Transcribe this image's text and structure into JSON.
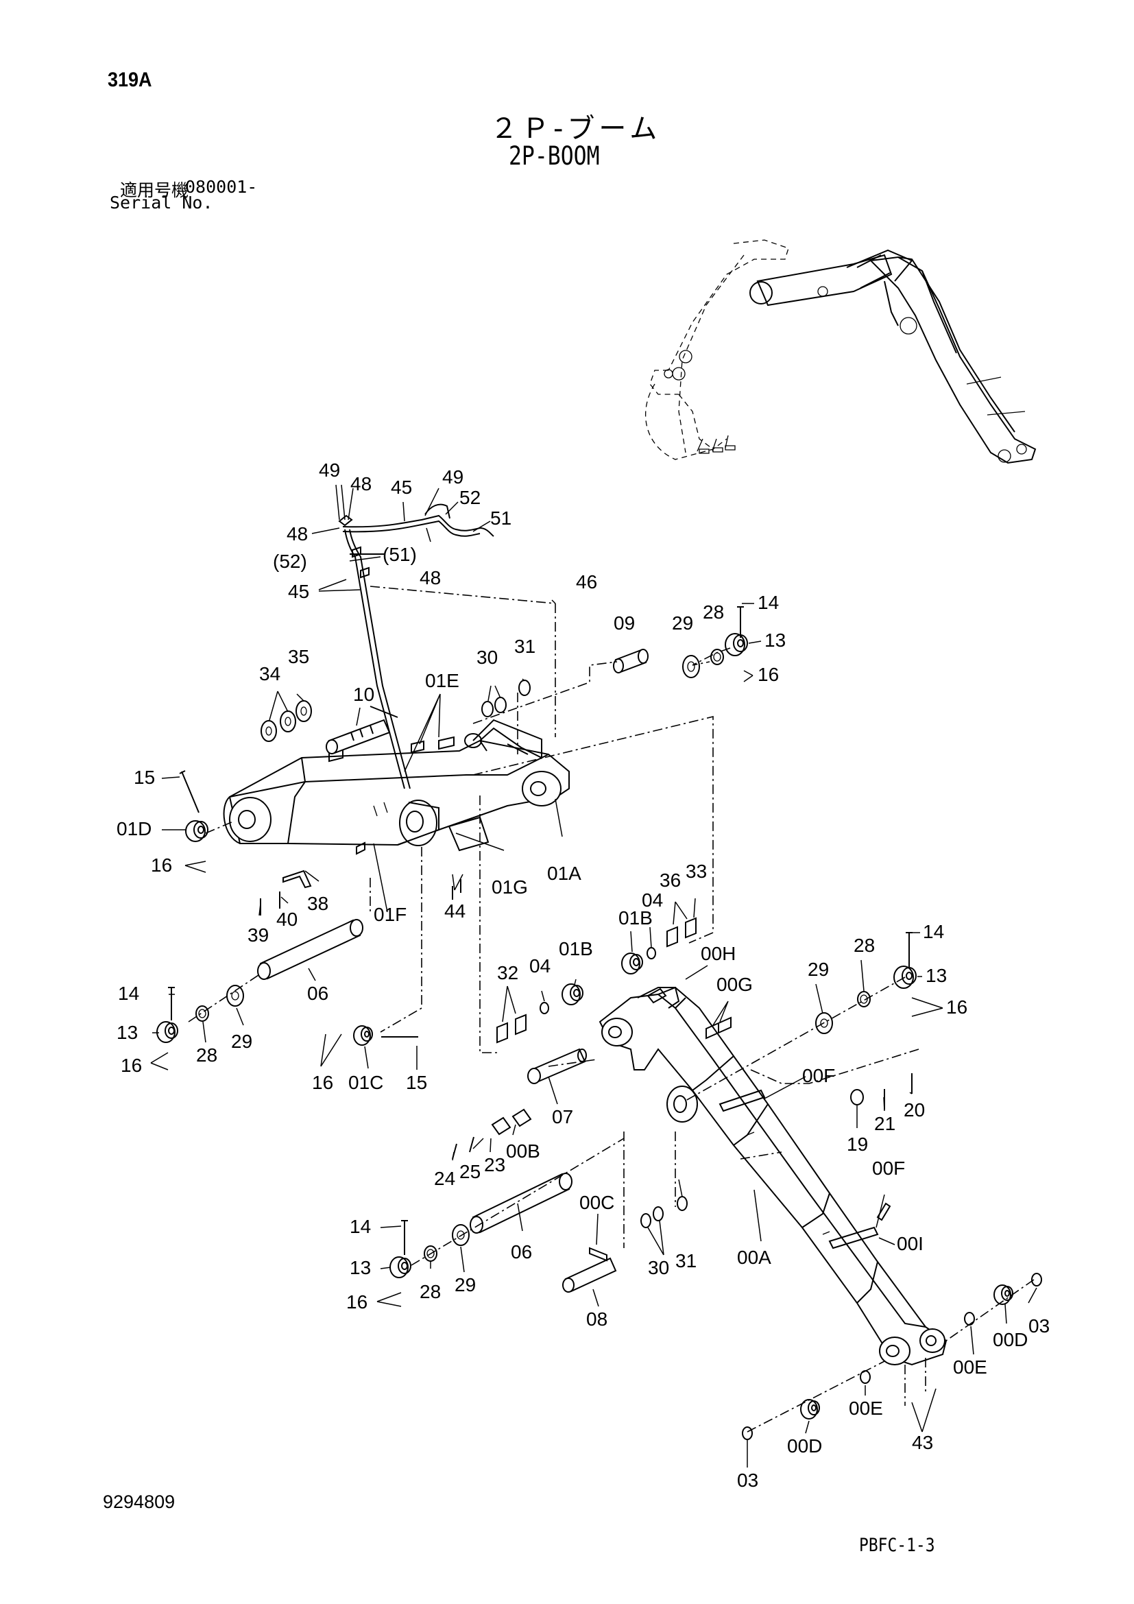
{
  "header": {
    "code": "319A",
    "title_jp": "２Ｐ-ブーム",
    "title_en": "2P-BOOM",
    "serial_label_jp": "適用号機",
    "serial_value": "080001-",
    "serial_label_en": "Serial No."
  },
  "footer": {
    "doc_number": "9294809",
    "page_ref": "PBFC-1-3"
  },
  "callouts": [
    "49",
    "48",
    "45",
    "49",
    "52",
    "51",
    "48",
    "(52)",
    "(51)",
    "48",
    "45",
    "46",
    "09",
    "29",
    "28",
    "14",
    "13",
    "16",
    "30",
    "31",
    "34",
    "35",
    "01E",
    "10",
    "15",
    "01D",
    "16",
    "01A",
    "01G",
    "44",
    "38",
    "40",
    "39",
    "01F",
    "06",
    "14",
    "13",
    "16",
    "28",
    "29",
    "16",
    "01C",
    "15",
    "01B",
    "04",
    "36",
    "33",
    "00H",
    "32",
    "04",
    "01B",
    "00G",
    "14",
    "28",
    "29",
    "13",
    "16",
    "00F",
    "20",
    "21",
    "19",
    "07",
    "00B",
    "24",
    "25",
    "23",
    "00C",
    "30",
    "31",
    "00F",
    "00I",
    "00A",
    "14",
    "06",
    "13",
    "28",
    "29",
    "16",
    "08",
    "00D",
    "03",
    "00E",
    "00E",
    "43",
    "00D",
    "03"
  ]
}
